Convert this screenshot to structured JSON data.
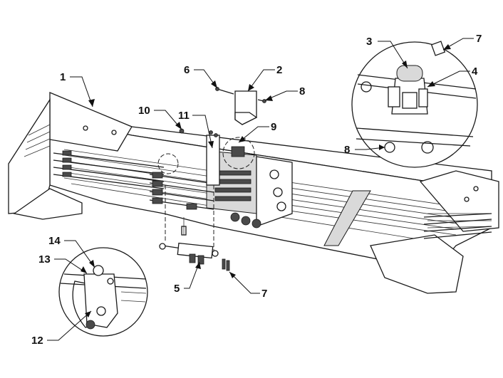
{
  "callouts": [
    {
      "id": "1",
      "label": "1"
    },
    {
      "id": "2",
      "label": "2"
    },
    {
      "id": "3",
      "label": "3"
    },
    {
      "id": "4",
      "label": "4"
    },
    {
      "id": "5",
      "label": "5"
    },
    {
      "id": "6",
      "label": "6"
    },
    {
      "id": "7a",
      "label": "7"
    },
    {
      "id": "7b",
      "label": "7"
    },
    {
      "id": "8a",
      "label": "8"
    },
    {
      "id": "8b",
      "label": "8"
    },
    {
      "id": "9",
      "label": "9"
    },
    {
      "id": "10",
      "label": "10"
    },
    {
      "id": "11",
      "label": "11"
    },
    {
      "id": "12",
      "label": "12"
    },
    {
      "id": "13",
      "label": "13"
    },
    {
      "id": "14",
      "label": "14"
    }
  ]
}
